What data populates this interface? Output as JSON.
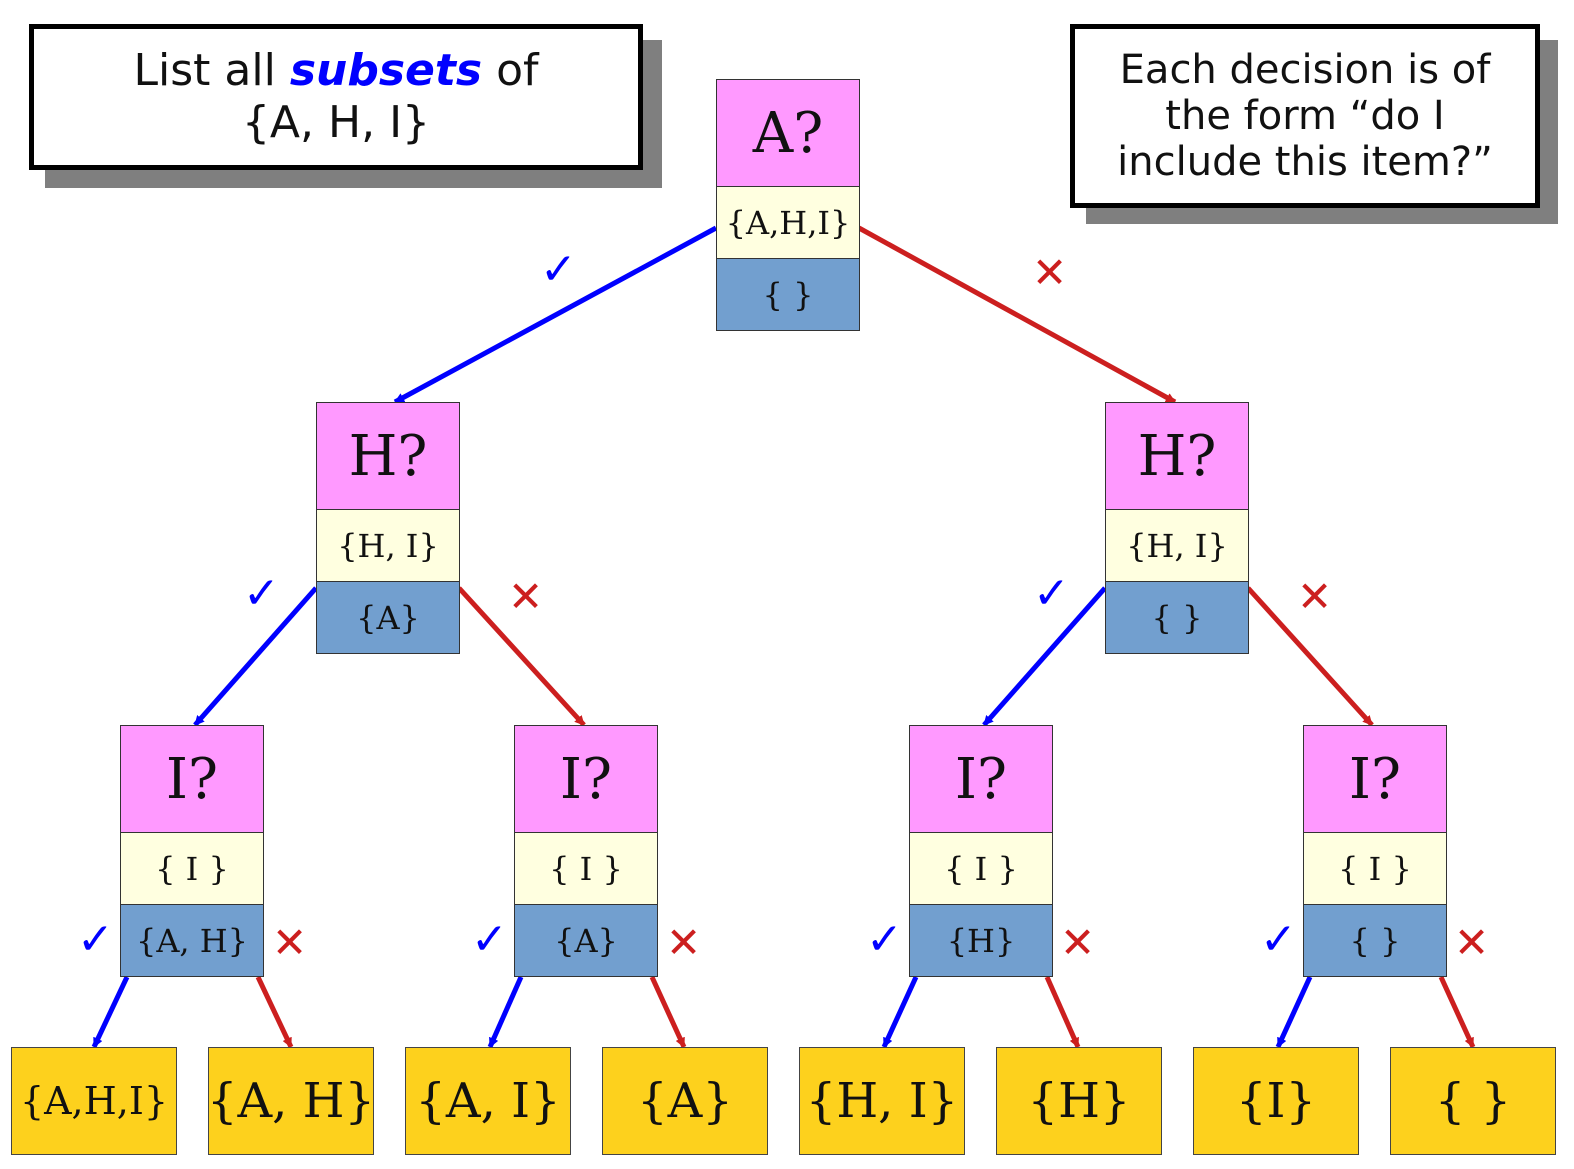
{
  "colors": {
    "question": "#ff99ff",
    "remaining": "#ffffe0",
    "chosen": "#729fcf",
    "leaf": "#fdd11d",
    "include": "#0000ff",
    "exclude": "#cc1f1f",
    "highlight": "#0000ff"
  },
  "callouts": {
    "left": {
      "pre": "List all ",
      "highlight": "subsets",
      "post": " of",
      "line2": "{A, H, I}"
    },
    "right": {
      "line1": "Each decision is of",
      "line2": "the form “do I",
      "line3": "include this item?”"
    }
  },
  "marks": {
    "include": "✓",
    "exclude": "✕",
    "include_icon": "checkmark-icon",
    "exclude_icon": "cross-icon"
  },
  "nodes": {
    "root": {
      "question": "A?",
      "remaining": "{A,H,I}",
      "chosen": "{ }"
    },
    "l": {
      "question": "H?",
      "remaining": "{H, I}",
      "chosen": "{A}"
    },
    "r": {
      "question": "H?",
      "remaining": "{H, I}",
      "chosen": "{ }"
    },
    "ll": {
      "question": "I?",
      "remaining": "{ I }",
      "chosen": "{A, H}"
    },
    "lr": {
      "question": "I?",
      "remaining": "{ I }",
      "chosen": "{A}"
    },
    "rl": {
      "question": "I?",
      "remaining": "{ I }",
      "chosen": "{H}"
    },
    "rr": {
      "question": "I?",
      "remaining": "{ I }",
      "chosen": "{ }"
    }
  },
  "leaves": [
    "{A,H,I}",
    "{A, H}",
    "{A, I}",
    "{A}",
    "{H, I}",
    "{H}",
    "{I}",
    "{ }"
  ]
}
